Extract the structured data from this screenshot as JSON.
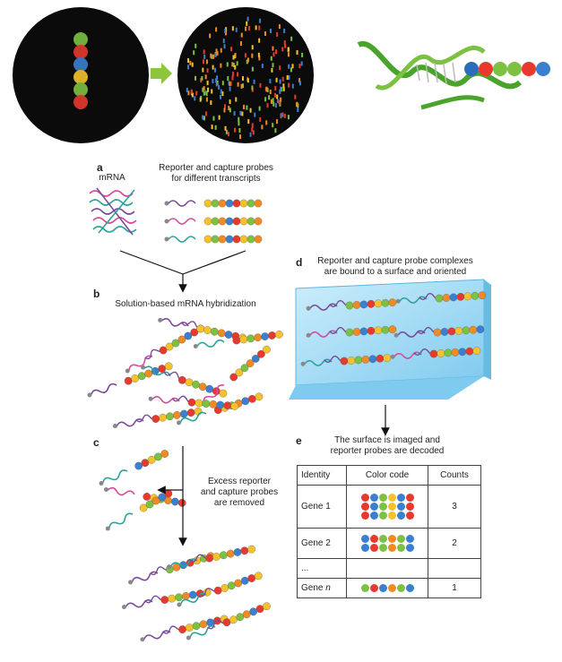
{
  "panels": {
    "a": {
      "letter": "a",
      "mrna_label": "mRNA",
      "probes_label_1": "Reporter and capture probes",
      "probes_label_2": "for different transcripts"
    },
    "b": {
      "letter": "b",
      "label": "Solution-based mRNA hybridization"
    },
    "c": {
      "letter": "c",
      "label_1": "Excess reporter",
      "label_2": "and capture probes",
      "label_3": "are removed"
    },
    "d": {
      "letter": "d",
      "label_1": "Reporter and capture probe complexes",
      "label_2": "are bound to a surface and oriented"
    },
    "e": {
      "letter": "e",
      "label_1": "The surface is imaged and",
      "label_2": "reporter probes are decoded"
    }
  },
  "table": {
    "headers": [
      "Identity",
      "Color code",
      "Counts"
    ],
    "rows": [
      {
        "identity": "Gene 1",
        "count": "3"
      },
      {
        "identity": "Gene 2",
        "count": "2"
      },
      {
        "identity": "...",
        "count": ""
      },
      {
        "identity_main": "Gene",
        "identity_italic": "n",
        "count": "1"
      }
    ]
  },
  "colors": {
    "red": "#e8392f",
    "green": "#7cc142",
    "blue": "#3a7fd0",
    "yellow": "#f4c22b",
    "orange": "#f08a24",
    "purple": "#7a4a9a",
    "teal": "#2aa39a",
    "magenta": "#d64a9a",
    "surface": "#8fd3f0",
    "arrow_green": "#8cc63f"
  }
}
